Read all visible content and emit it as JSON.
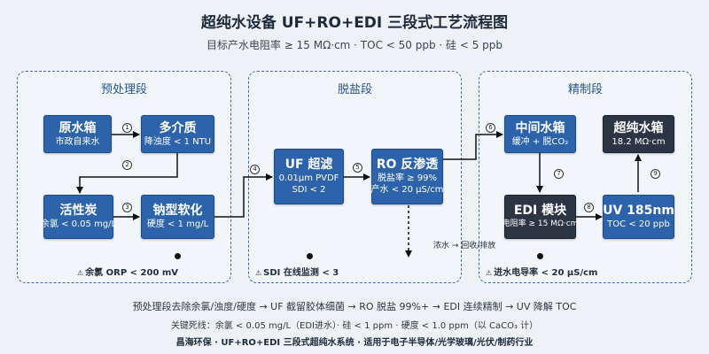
{
  "title": "超纯水设备 UF+RO+EDI 三段式工艺流程图",
  "subtitle": "目标产水电阻率 ≥ 15 MΩ·cm · TOC < 50 ppb · 硅 < 5 ppb",
  "sections": {
    "pre": "预处理段",
    "desal": "脱盐段",
    "polish": "精制段"
  },
  "nodes": {
    "raw_tank": {
      "title": "原水箱",
      "sub": "市政自来水"
    },
    "multimedia": {
      "title": "多介质",
      "sub": "降浊度 < 1 NTU"
    },
    "carbon": {
      "title": "活性炭",
      "sub": "余氯 < 0.05 mg/L"
    },
    "softener": {
      "title": "钠型软化",
      "sub": "硬度 < 1 mg/L"
    },
    "uf": {
      "title": "UF 超滤",
      "sub1": "0.01μm PVDF",
      "sub2": "SDI < 2"
    },
    "ro": {
      "title": "RO 反渗透",
      "sub1": "脱盐率 ≥ 99%",
      "sub2": "产水 < 20 μS/cm"
    },
    "mid_tank": {
      "title": "中间水箱",
      "sub": "缓冲 + 脱CO₂"
    },
    "up_tank": {
      "title": "超纯水箱",
      "sub": "18.2 MΩ·cm"
    },
    "edi": {
      "title": "EDI 模块",
      "sub": "电阻率 ≥ 15 MΩ·cm"
    },
    "uv": {
      "title": "UV 185nm",
      "sub": "TOC < 20 ppb"
    }
  },
  "steps": [
    "1",
    "2",
    "3",
    "4",
    "5",
    "6",
    "7",
    "8",
    "9"
  ],
  "reject_label": "浓水 → 回收/排放",
  "notes": {
    "pre": {
      "icon": "⚠",
      "label": "余氯 ORP < 200 mV"
    },
    "desal": {
      "icon": "⚠",
      "label": "SDI 在线监测 < 3"
    },
    "polish": {
      "icon": "⚠",
      "label": "进水电导率 < 20 μS/cm"
    }
  },
  "footer": {
    "line1": "预处理段去除余氯/浊度/硬度 → UF 截留胶体细菌 → RO 脱盐 99%+ → EDI 连续精制 → UV 降解 TOC",
    "line2": "关键死线：余氯 < 0.05 mg/L（EDI进水）· 硅 < 1 ppm · 硬度 < 1.0 ppm（以 CaCO₃ 计）",
    "line3": "昌海环保 · UF+RO+EDI 三段式超纯水系统 · 适用于电子半导体/光学玻璃/光伏/制药行业"
  }
}
